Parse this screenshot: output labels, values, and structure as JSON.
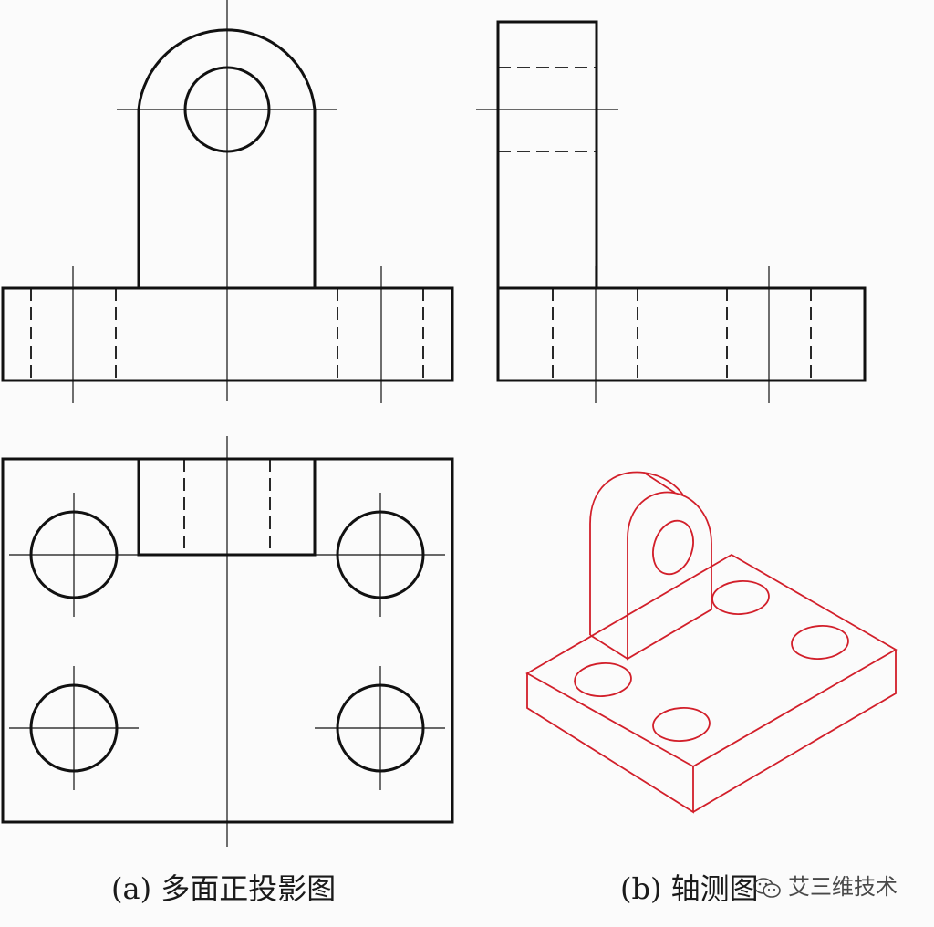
{
  "captions": {
    "front_views": "(a) 多面正投影图",
    "axonometric": "(b) 轴测图"
  },
  "watermark": {
    "text": "艾三维技术",
    "icon": "wechat-icon"
  },
  "colors": {
    "line": "#111111",
    "axonometric": "#d21f2a",
    "background": "#fbfbfb"
  }
}
